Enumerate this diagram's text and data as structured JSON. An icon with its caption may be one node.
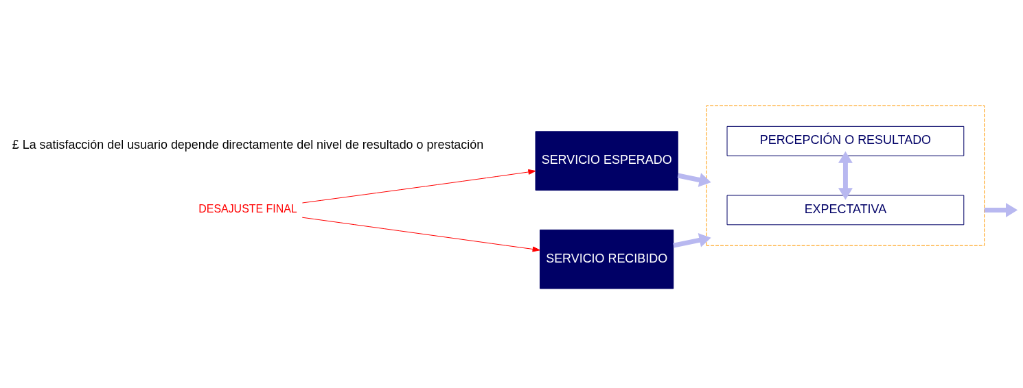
{
  "diagram": {
    "nodes": [
      {
        "text": [
          "DESAJUSTE FINAL"
        ]
      },
      {
        "text": [
          "SERVICIO ESPERADO"
        ]
      },
      {
        "text": [
          "SERVICIO RECIBIDO"
        ]
      },
      {
        "text": [],
        "shape": "box"
      },
      {
        "text": [
          "EXPECTATIVA"
        ],
        "in": 3
      },
      {
        "text": [
          "PERCEPCIÓN O RESULTADO"
        ],
        "in": 3
      }
    ],
    "edges": [
      {
        "from": 0,
        "to": 1,
        "arrow": "to",
        "color": "#ff0000"
      },
      {
        "from": 0,
        "to": 2,
        "arrow": "to",
        "color": "#ff0000"
      },
      {
        "from": 1,
        "to": 3,
        "arrow": "to"
      },
      {
        "from": 2,
        "to": 3,
        "arrow": "to"
      },
      {
        "from": 4,
        "to": 5,
        "arrow": "both"
      },
      {
        "from": 3,
        "to": null,
        "arrow": "to"
      }
    ],
    "labels": [
      "£ La satisfacción del usuario depende directamente del nivel de resultado o prestación"
    ]
  }
}
